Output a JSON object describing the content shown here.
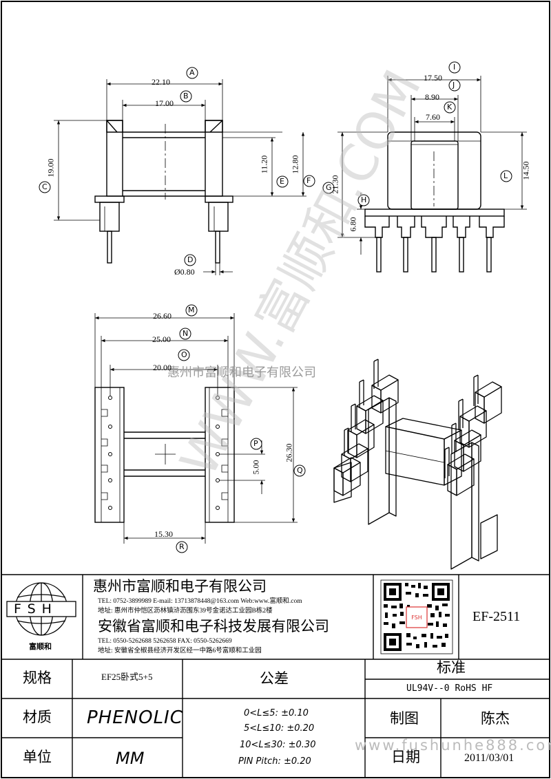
{
  "drawing": {
    "dims": {
      "A": "22.10",
      "B": "17.00",
      "C": "19.00",
      "D": "Ø0.80",
      "E": "11.20",
      "F": "12.80",
      "G": "21.30",
      "H": "6.80",
      "I": "17.50",
      "J": "8.90",
      "K": "7.60",
      "L": "14.50",
      "M": "26.60",
      "N": "25.00",
      "O": "20.00",
      "P": "5.00",
      "Q": "26.30",
      "R": "15.30"
    },
    "letters": [
      "A",
      "B",
      "C",
      "D",
      "E",
      "F",
      "G",
      "H",
      "I",
      "J",
      "K",
      "L",
      "M",
      "N",
      "O",
      "P",
      "Q",
      "R"
    ]
  },
  "watermark": {
    "diagonal": "WWW.富顺和.COM",
    "center": "惠州市富顺和电子有限公司",
    "bottom": "www.fushunhe888.com"
  },
  "title_block": {
    "logo_text": "FSH",
    "logo_caption": "富顺和",
    "company1": "惠州市富顺和电子有限公司",
    "company1_contact": "TEL: 0752-3899989  E-mail: 13713878448@163.com  Web:www.富顺和.com",
    "company1_address": "地址: 惠州市仲恺区沥林镇浒沥围东39号金诺达工业园B栋2楼",
    "company2": "安徽省富顺和电子科技发展有限公司",
    "company2_contact": "TEL: 0550-5262688  5262658      FAX: 0550-5262669",
    "company2_address": "地址: 安徽省全椒县经济开发区经一中路6号富顺和工业园",
    "part_number": "EF-2511",
    "spec_label": "规格",
    "spec_value": "EF25卧式5+5",
    "tolerance_label": "公差",
    "tolerances": [
      "0<L≤5: ±0.10",
      "5<L≤10: ±0.20",
      "10<L≤30: ±0.30",
      "PIN Pitch: ±0.20"
    ],
    "standard_label": "标准",
    "standard_value": "UL94V--0  RoHS HF",
    "material_label": "材质",
    "material_value": "PHENOLIC",
    "draw_label": "制图",
    "drafter": "陈杰",
    "unit_label": "单位",
    "unit_value": "MM",
    "date_label": "日期",
    "date_value": "2011/03/01"
  }
}
